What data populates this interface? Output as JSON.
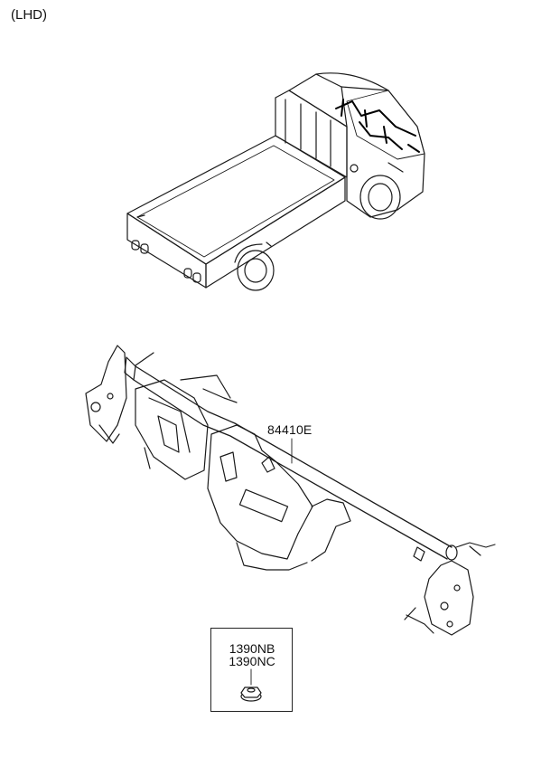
{
  "header": {
    "variant": "(LHD)"
  },
  "callouts": {
    "crash_pad_bar": "84410E",
    "nut_code_1": "1390NB",
    "nut_code_2": "1390NC"
  }
}
